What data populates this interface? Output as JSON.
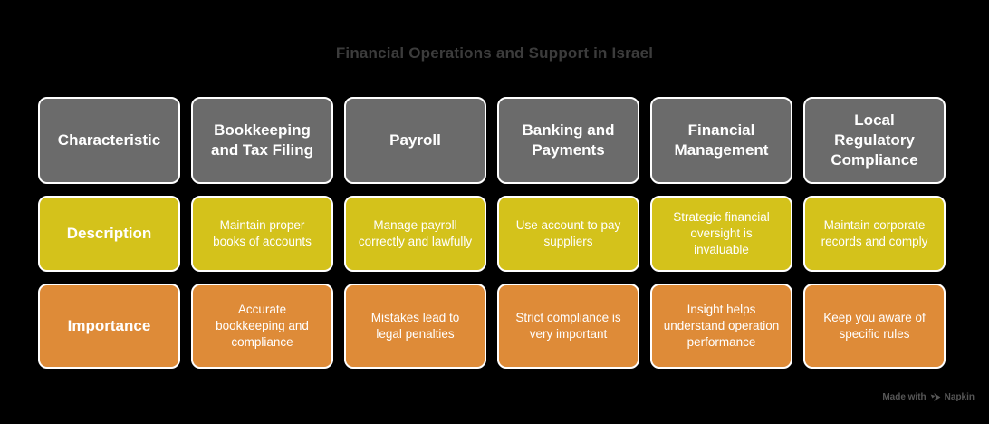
{
  "title": "Financial Operations and Support in Israel",
  "colors": {
    "background": "#000000",
    "title_text": "#3c3c3c",
    "header_fill": "#6b6b6b",
    "description_fill": "#d4c21b",
    "importance_fill": "#de8b38",
    "cell_text": "#ffffff",
    "cell_border": "#ffffff",
    "watermark_text": "#565656"
  },
  "table": {
    "columns": [
      "Characteristic",
      "Bookkeeping and Tax Filing",
      "Payroll",
      "Banking and Payments",
      "Financial Management",
      "Local Regulatory Compliance"
    ],
    "rows": [
      {
        "label": "Description",
        "cells": [
          "Maintain proper books of accounts",
          "Manage payroll correctly and lawfully",
          "Use account to pay suppliers",
          "Strategic financial oversight is invaluable",
          "Maintain corporate records and comply"
        ]
      },
      {
        "label": "Importance",
        "cells": [
          "Accurate bookkeeping and compliance",
          "Mistakes lead to legal penalties",
          "Strict compliance is very important",
          "Insight helps understand operation performance",
          "Keep you aware of specific rules"
        ]
      }
    ]
  },
  "watermark": {
    "prefix": "Made with",
    "brand": "Napkin",
    "icon": "napkin-logo-icon"
  }
}
